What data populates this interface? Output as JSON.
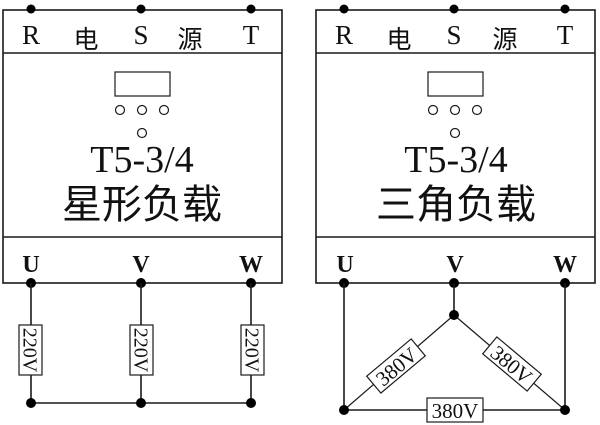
{
  "panels": [
    {
      "id": "star",
      "top_labels": [
        "R",
        "电",
        "S",
        "源",
        "T"
      ],
      "model": "T5-3/4",
      "load_type": "星形负载",
      "bottom_labels": [
        "U",
        "V",
        "W"
      ],
      "resistors": [
        "220V",
        "220V",
        "220V"
      ]
    },
    {
      "id": "delta",
      "top_labels": [
        "R",
        "电",
        "S",
        "源",
        "T"
      ],
      "model": "T5-3/4",
      "load_type": "三角负载",
      "bottom_labels": [
        "U",
        "V",
        "W"
      ],
      "resistors": [
        "380V",
        "380V",
        "380V"
      ]
    }
  ]
}
